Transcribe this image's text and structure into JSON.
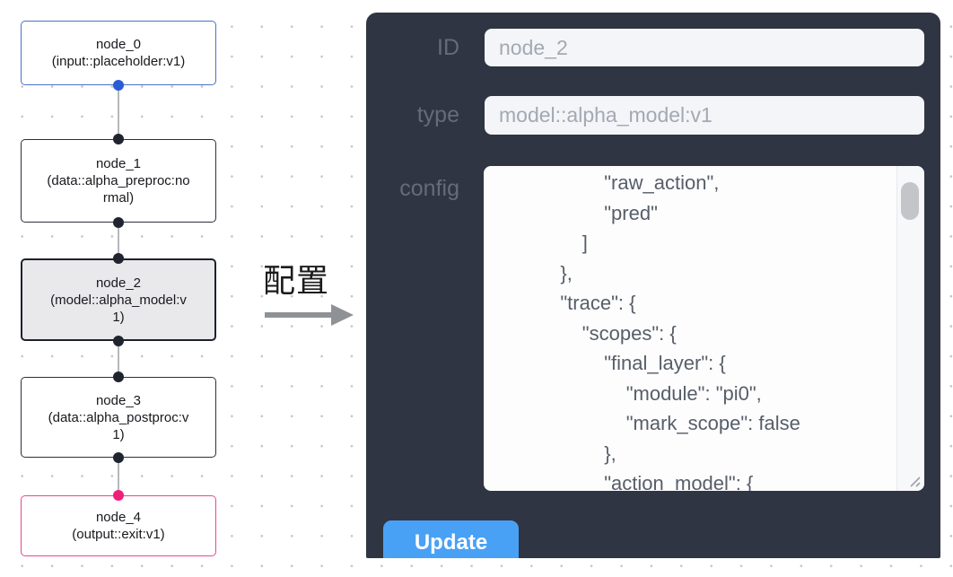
{
  "canvas": {
    "nodes": [
      {
        "label": "node_0\n(input::placeholder:v1)",
        "variant": "input"
      },
      {
        "label": "node_1\n(data::alpha_preproc:normal)",
        "variant": "default"
      },
      {
        "label": "node_2\n(model::alpha_model:v1)",
        "variant": "selected"
      },
      {
        "label": "node_3\n(data::alpha_postproc:v1)",
        "variant": "default"
      },
      {
        "label": "node_4\n(output::exit:v1)",
        "variant": "output"
      }
    ]
  },
  "transition": {
    "label": "配置"
  },
  "panel": {
    "fields": [
      {
        "label": "ID",
        "value": "node_2"
      },
      {
        "label": "type",
        "value": "model::alpha_model:v1"
      },
      {
        "label": "config",
        "value": "                    \"raw_action\",\n                    \"pred\"\n                ]\n            },\n            \"trace\": {\n                \"scopes\": {\n                    \"final_layer\": {\n                        \"module\": \"pi0\",\n                        \"mark_scope\": false\n                    },\n                    \"action_model\": {"
      }
    ],
    "update_button": "Update"
  },
  "colors": {
    "panel_bg": "#2f3542",
    "accent_blue": "#49a1f6",
    "node_default_border": "#2b303b",
    "node_input_border": "#4a72c4",
    "node_output_border": "#e8488e",
    "node_selected_bg": "#e9e9eb",
    "port_blue": "#2a5cd6",
    "port_pink": "#ee1f78",
    "port_dark": "#20242e"
  }
}
